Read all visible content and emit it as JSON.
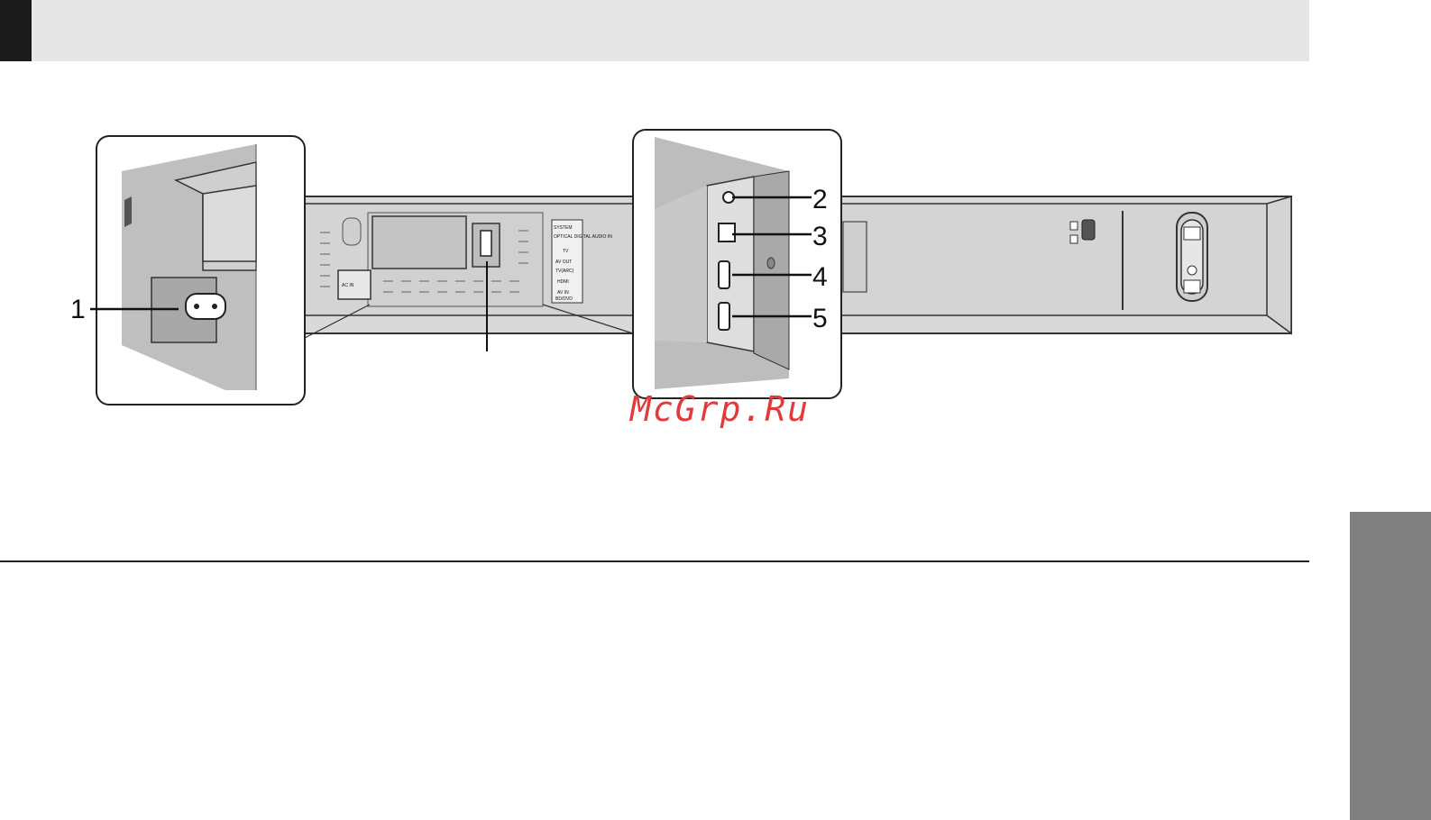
{
  "header": {
    "accent_color": "#1a1a1a",
    "bar_color": "#e6e6e6"
  },
  "figure": {
    "callouts": [
      "1",
      "2",
      "3",
      "4",
      "5"
    ],
    "port_labels": {
      "system": "SYSTEM",
      "optical": "OPTICAL DIGITAL AUDIO IN",
      "tv": "TV",
      "av_out": "AV OUT",
      "tv_arc": "TV(ARC)",
      "hdmi": "HDMI",
      "av_in": "AV IN",
      "bd_dvd": "BD/DVD",
      "ac_in": "AC IN"
    }
  },
  "watermark": "McGrp.Ru",
  "side_tab_color": "#808080"
}
